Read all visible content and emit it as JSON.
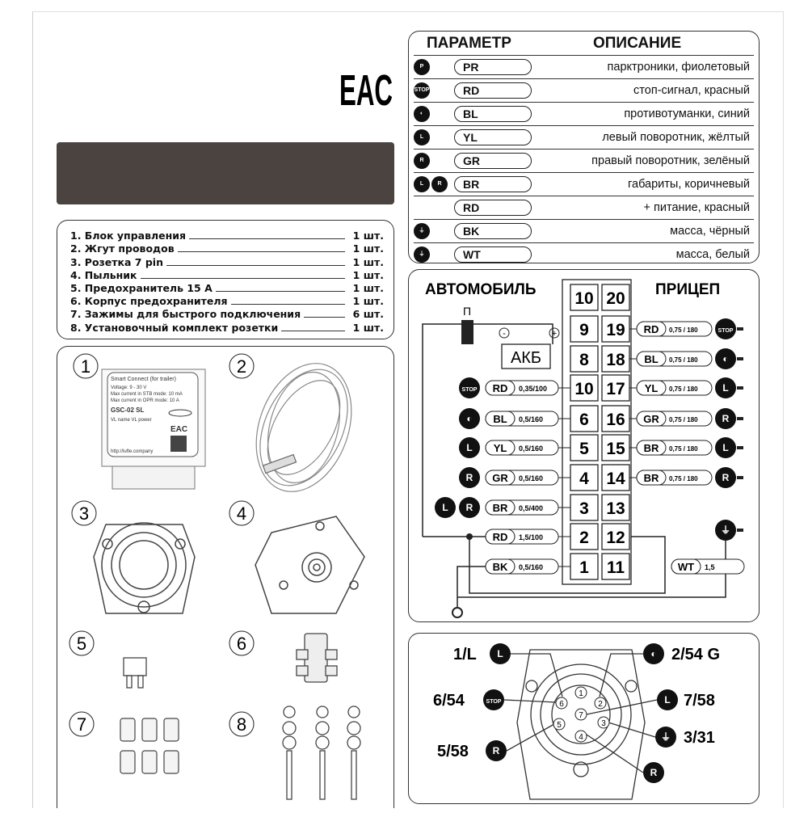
{
  "logo": "EAC",
  "parts": [
    {
      "name": "1. Блок управления",
      "qty": "1 шт."
    },
    {
      "name": "2. Жгут проводов",
      "qty": "1 шт."
    },
    {
      "name": "3. Розетка 7 pin",
      "qty": "1 шт."
    },
    {
      "name": "4. Пыльник",
      "qty": "1 шт."
    },
    {
      "name": "5. Предохранитель 15 A",
      "qty": "1 шт."
    },
    {
      "name": "6. Корпус предохранителя",
      "qty": "1 шт."
    },
    {
      "name": "7. Зажимы для быстрого подключения",
      "qty": "6 шт."
    },
    {
      "name": "8. Установочный комплект розетки",
      "qty": "1 шт."
    }
  ],
  "param_table": {
    "header_param": "ПАРАМЕТР",
    "header_desc": "ОПИСАНИЕ",
    "rows": [
      {
        "icons": [
          "P"
        ],
        "code": "PR",
        "desc": "парктроники, фиолетовый"
      },
      {
        "icons": [
          "STOP"
        ],
        "code": "RD",
        "desc": "стоп-сигнал, красный"
      },
      {
        "icons": [
          "◐"
        ],
        "code": "BL",
        "desc": "противотуманки, синий"
      },
      {
        "icons": [
          "L"
        ],
        "code": "YL",
        "desc": "левый поворотник, жёлтый"
      },
      {
        "icons": [
          "R"
        ],
        "code": "GR",
        "desc": "правый поворотник, зелёный"
      },
      {
        "icons": [
          "L",
          "R"
        ],
        "code": "BR",
        "desc": "габариты, коричневый"
      },
      {
        "icons": [],
        "code": "RD",
        "desc": "+ питание, красный"
      },
      {
        "icons": [
          "⏚"
        ],
        "code": "BK",
        "desc": "масса, чёрный"
      },
      {
        "icons": [
          "⏚"
        ],
        "code": "WT",
        "desc": "масса, белый"
      }
    ]
  },
  "wiring": {
    "car_label": "АВТОМОБИЛЬ",
    "trailer_label": "ПРИЦЕП",
    "fuse_label": "П",
    "battery_label": "АКБ",
    "minus": "-",
    "plus": "+",
    "block_left": [
      "10",
      "9",
      "8",
      "10",
      "6",
      "5",
      "4",
      "3",
      "2",
      "1"
    ],
    "block_right": [
      "20",
      "19",
      "18",
      "17",
      "16",
      "15",
      "14",
      "13",
      "12",
      "11"
    ],
    "left_rows": [
      null,
      null,
      null,
      {
        "icons": [
          "STOP"
        ],
        "code": "RD",
        "spec": "0,35/100"
      },
      {
        "icons": [
          "◐"
        ],
        "code": "BL",
        "spec": "0,5/160"
      },
      {
        "icons": [
          "L"
        ],
        "code": "YL",
        "spec": "0,5/160"
      },
      {
        "icons": [
          "R"
        ],
        "code": "GR",
        "spec": "0,5/160"
      },
      {
        "icons": [
          "L",
          "R"
        ],
        "code": "BR",
        "spec": "0,5/400"
      },
      {
        "icons": [],
        "code": "RD",
        "spec": "1,5/100"
      },
      {
        "icons": [],
        "code": "BK",
        "spec": "0,5/160"
      }
    ],
    "right_rows": [
      null,
      {
        "icon": "STOP",
        "code": "RD",
        "spec": "0,75 / 180"
      },
      {
        "icon": "◐",
        "code": "BL",
        "spec": "0,75 / 180"
      },
      {
        "icon": "L",
        "code": "YL",
        "spec": "0,75 / 180"
      },
      {
        "icon": "R",
        "code": "GR",
        "spec": "0,75 / 180"
      },
      {
        "icon": "L",
        "code": "BR",
        "spec": "0,75 / 180"
      },
      {
        "icon": "R",
        "code": "BR",
        "spec": "0,75 / 180"
      }
    ],
    "ground": {
      "icon": "⏚",
      "code": "WT",
      "spec": "1,5"
    }
  },
  "socket": {
    "pins": [
      "1",
      "2",
      "3",
      "4",
      "5",
      "6",
      "7"
    ],
    "labels": {
      "p1": "1/L",
      "p2": "2/54 G",
      "p6": "6/54",
      "p7": "7/58",
      "p5": "5/58",
      "p3": "3/31"
    },
    "icons": {
      "p1": "L",
      "p2": "◐",
      "p6": "STOP",
      "p7": "L",
      "p5": "R",
      "p3": "⏚",
      "p4": "R"
    }
  },
  "components": {
    "numbers": [
      "1",
      "2",
      "3",
      "4",
      "5",
      "6",
      "7",
      "8"
    ],
    "label": {
      "title": "Smart Connect (for trailer)",
      "voltage": "Voltage: 9 - 30 V",
      "stb": "Max current in STB mode: 10 mA",
      "opr": "Max current in OPR mode: 10 A",
      "model": "GSC-02 SL",
      "cols": "VL name  VL power",
      "eac": "EAC",
      "url": "http://lufte.company"
    }
  }
}
